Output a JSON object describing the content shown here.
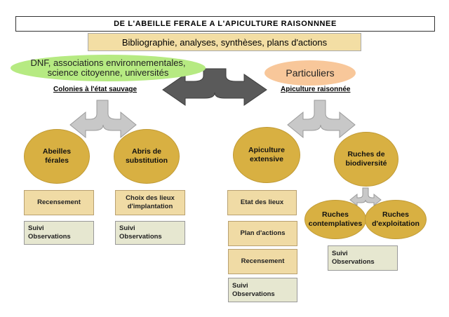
{
  "title": "DE L'ABEILLE FERALE A L'APICULTURE RAISONNNEE",
  "banner": "Bibliographie, analyses, synthèses, plans d'actions",
  "stakeholders": {
    "left_line1": "DNF, associations environnementales,",
    "left_line2": "science citoyenne, universités",
    "right": "Particuliers"
  },
  "branches": {
    "left": "Colonies à l'état sauvage",
    "right": "Apiculture raisonnée"
  },
  "nodes": {
    "abeilles_line1": "Abeilles",
    "abeilles_line2": "férales",
    "abris_line1": "Abris de",
    "abris_line2": "substitution",
    "apiculture_line1": "Apiculture",
    "apiculture_line2": "extensive",
    "ruches_line1": "Ruches de",
    "ruches_line2": "biodiversité",
    "contemplatives_line1": "Ruches",
    "contemplatives_line2": "contemplatives",
    "exploitation_line1": "Ruches",
    "exploitation_line2": "d'exploitation"
  },
  "actions": {
    "recensement": "Recensement",
    "choix_line1": "Choix des lieux",
    "choix_line2": "d'implantation",
    "etat_des_lieux": "Etat des lieux",
    "plan_actions": "Plan d'actions",
    "suivi": "Suivi",
    "observations": "Observations"
  },
  "colors": {
    "green_ellipse": "#b6ea82",
    "orange_ellipse": "#f8c79a",
    "gold_circle": "#d8b042",
    "tan_box": "#f0dba5",
    "gray_box": "#e6e7d0",
    "dark_arrow": "#5a5a5a",
    "light_arrow": "#c8c8c8"
  }
}
